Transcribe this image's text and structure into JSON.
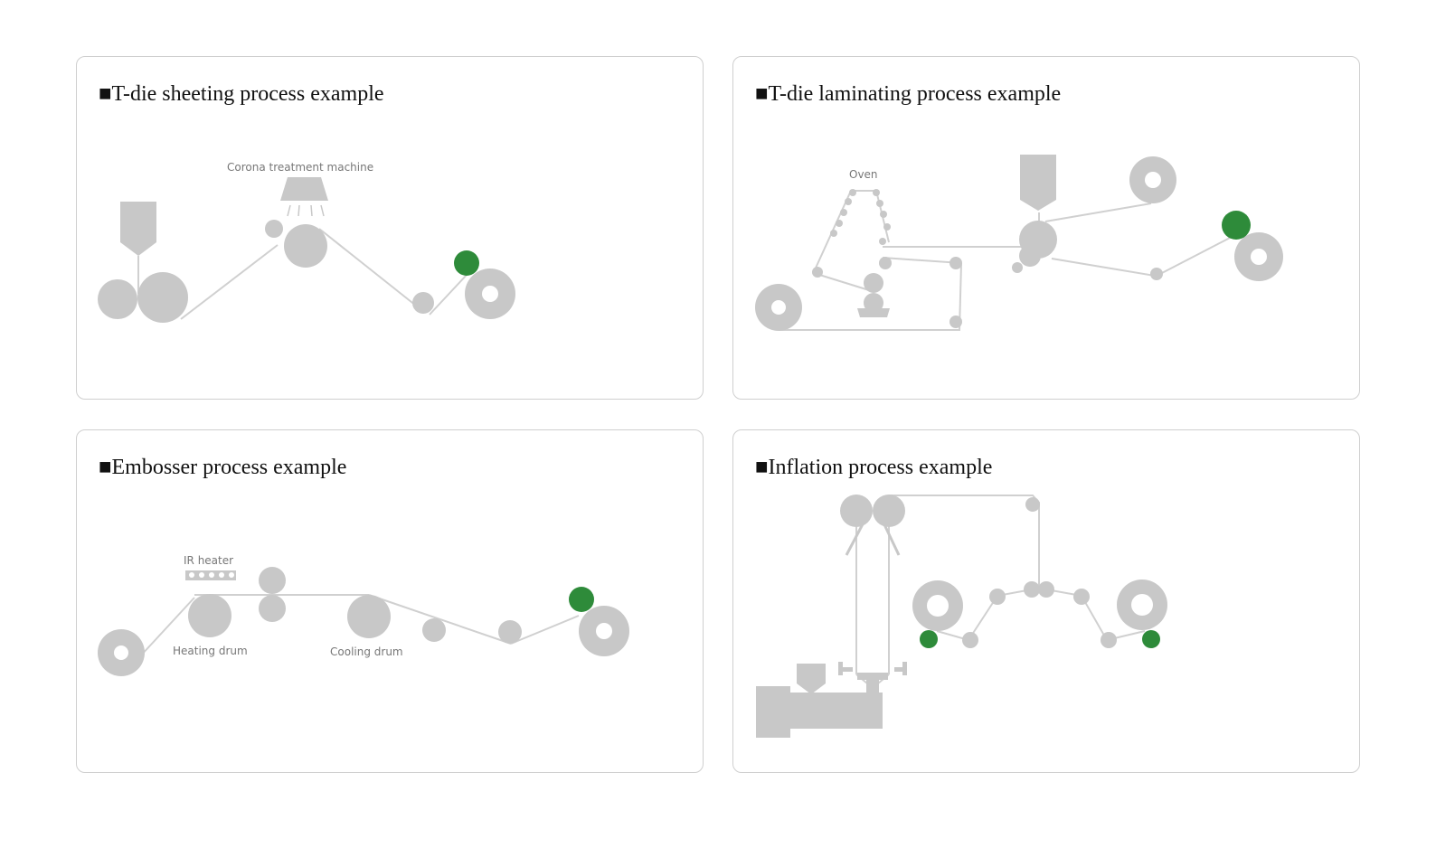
{
  "cards": [
    {
      "title": "■T-die sheeting process example",
      "labels": {
        "corona": "Corona treatment machine"
      }
    },
    {
      "title": "■T-die laminating process example",
      "labels": {
        "oven": "Oven"
      }
    },
    {
      "title": "■Embosser process example",
      "labels": {
        "ir_heater": "IR heater",
        "heating_drum": "Heating drum",
        "cooling_drum": "Cooling drum"
      }
    },
    {
      "title": "■Inflation process example",
      "labels": {}
    }
  ],
  "colors": {
    "machine_gray": "#c8c8c8",
    "film_line": "#d0d0d0",
    "highlight_green": "#2e8b3a",
    "border": "#cfcfcf"
  }
}
